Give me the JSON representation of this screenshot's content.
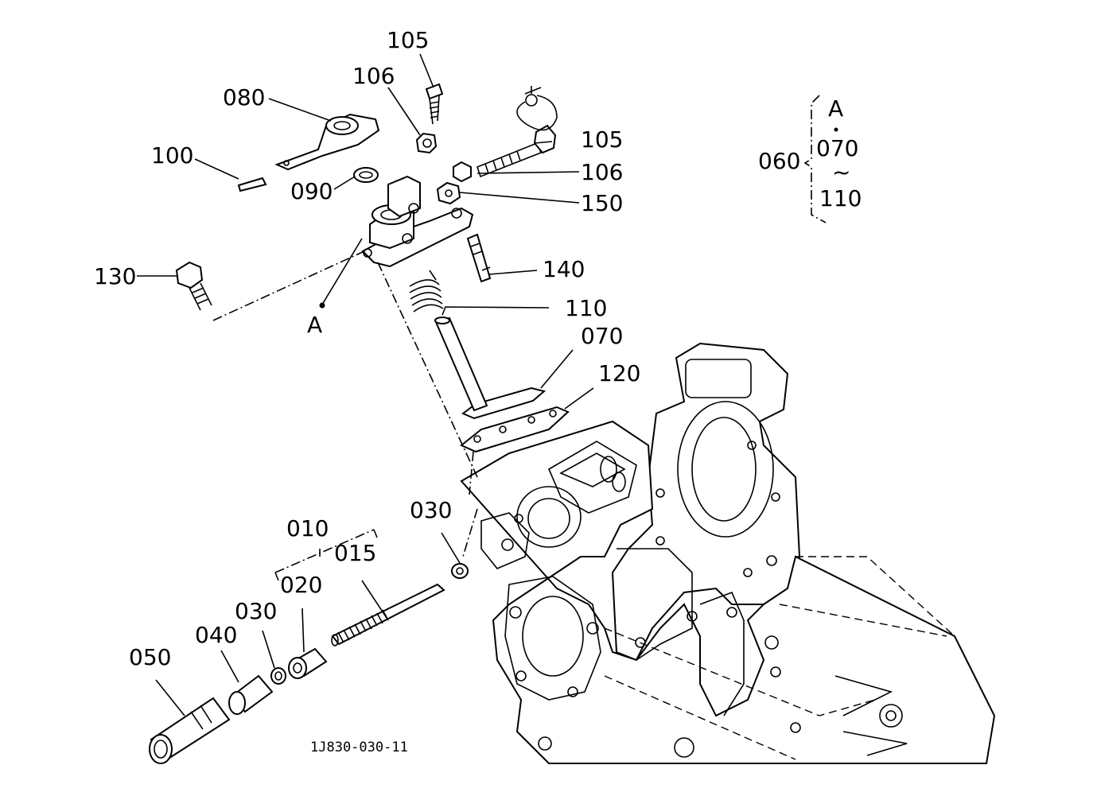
{
  "diagram": {
    "reference_code": "1J830-030-11",
    "callouts": {
      "p105_top": "105",
      "p106_top": "106",
      "p080": "080",
      "p100": "100",
      "p090": "090",
      "p105_right": "105",
      "p106_right": "106",
      "p150": "150",
      "p130": "130",
      "p140": "140",
      "p110": "110",
      "pA": "A",
      "p070": "070",
      "p120": "120",
      "p030_right": "030",
      "p010": "010",
      "p015": "015",
      "p020": "020",
      "p030_left": "030",
      "p040": "040",
      "p050": "050"
    },
    "assembly_key": {
      "assembly": "060",
      "item_a": "A",
      "range_start": "070",
      "range_sep": "~",
      "range_end": "110"
    }
  }
}
